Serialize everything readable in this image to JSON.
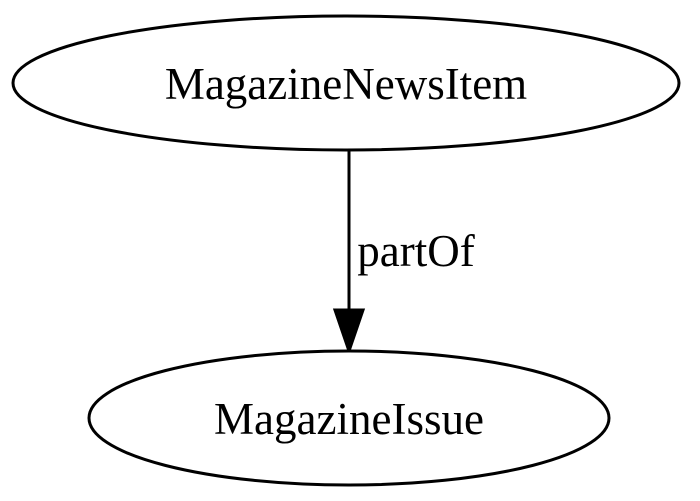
{
  "diagram": {
    "nodes": [
      {
        "id": "magazine-news-item",
        "label": "MagazineNewsItem"
      },
      {
        "id": "magazine-issue",
        "label": "MagazineIssue"
      }
    ],
    "edges": [
      {
        "from": "magazine-news-item",
        "to": "magazine-issue",
        "label": "partOf"
      }
    ]
  }
}
